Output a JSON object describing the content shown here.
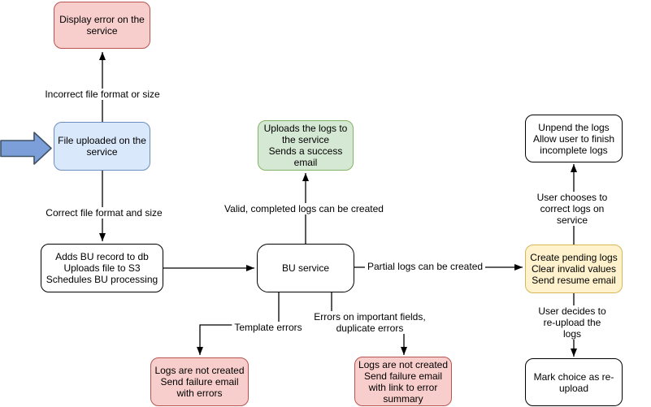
{
  "diagram": {
    "type": "flowchart",
    "nodes": {
      "display_error": {
        "label": "Display error on the\nservice",
        "fill": "#F8CECC",
        "border": "#B85450"
      },
      "file_uploaded": {
        "label": "File uploaded on the\nservice",
        "fill": "#DAE8FC",
        "border": "#6C8EBF"
      },
      "adds_bu_record": {
        "label": "Adds BU record to db\nUploads file to S3\nSchedules BU processing",
        "fill": "#FFFFFF",
        "border": "#000000"
      },
      "bu_service": {
        "label": "BU service",
        "fill": "#FFFFFF",
        "border": "#000000"
      },
      "uploads_logs": {
        "label": "Uploads the logs to\nthe service\nSends a success\nemail",
        "fill": "#D5E8D4",
        "border": "#82B366"
      },
      "unpend_logs": {
        "label": "Unpend the logs\nAllow user to finish\nincomplete logs",
        "fill": "#FFFFFF",
        "border": "#000000"
      },
      "create_pending_logs": {
        "label": "Create pending logs\nClear invalid values\nSend resume email",
        "fill": "#FFF2CC",
        "border": "#D6B656"
      },
      "mark_choice_reupload": {
        "label": "Mark choice as re-\nupload",
        "fill": "#FFFFFF",
        "border": "#000000"
      },
      "logs_failure_errors": {
        "label": "Logs are not created\nSend failure email\nwith errors",
        "fill": "#F8CECC",
        "border": "#B85450"
      },
      "logs_failure_summary": {
        "label": "Logs are not created\nSend failure email\nwith link to error\nsummary",
        "fill": "#F8CECC",
        "border": "#B85450"
      }
    },
    "edge_labels": {
      "incorrect_format": "Incorrect file format or size",
      "correct_format": "Correct file format and size",
      "valid_logs": "Valid, completed logs can be created",
      "partial_logs": "Partial logs can be created",
      "template_errors": "Template errors",
      "important_field_errors": "Errors on important fields,\nduplicate errors",
      "user_chooses_correct": "User chooses to correct logs on service",
      "user_decides_reupload": "User decides to re-upload the logs"
    },
    "icons": {
      "start_arrow": {
        "fill": "#7C9FD9",
        "border": "#3F5266"
      }
    }
  }
}
